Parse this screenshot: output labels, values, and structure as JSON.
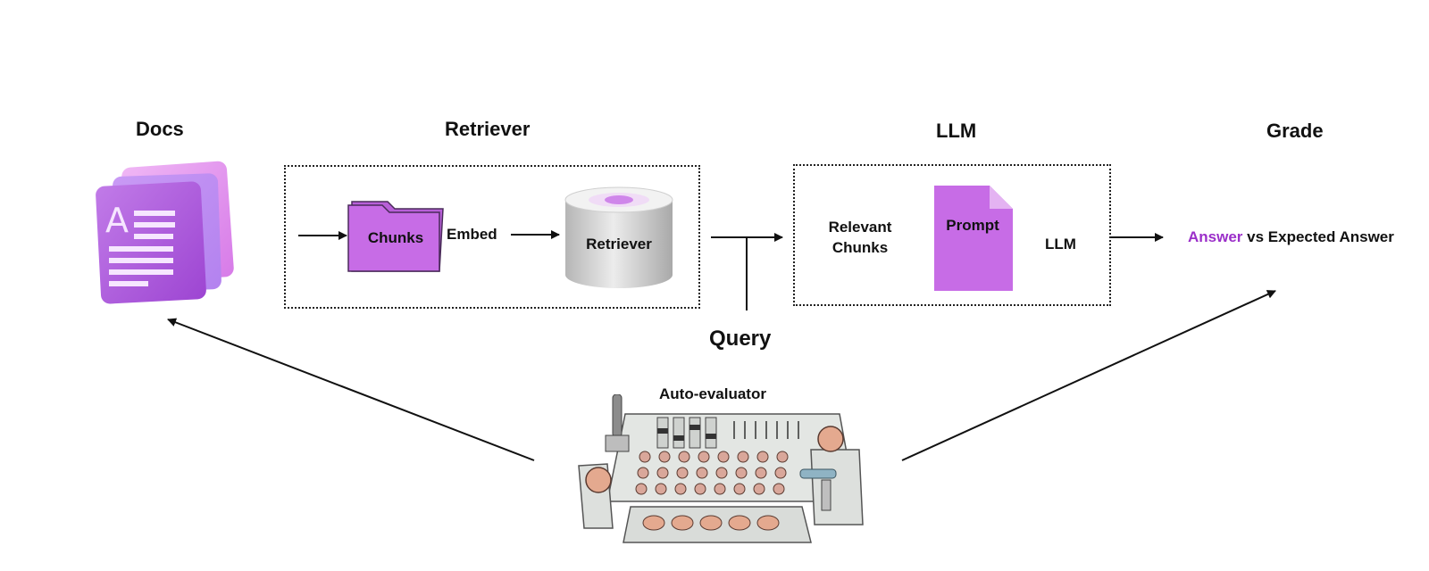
{
  "sections": {
    "docs": "Docs",
    "retriever": "Retriever",
    "llm": "LLM",
    "grade": "Grade"
  },
  "retriever_box": {
    "chunks_label": "Chunks",
    "embed_label": "Embed",
    "store_label": "Retriever"
  },
  "llm_box": {
    "relevant_line1": "Relevant",
    "relevant_line2": "Chunks",
    "prompt_label": "Prompt",
    "llm_label": "LLM"
  },
  "grade": {
    "answer_word": "Answer",
    "rest": " vs Expected Answer"
  },
  "query_label": "Query",
  "auto_evaluator_label": "Auto-evaluator",
  "colors": {
    "accent_purple": "#9b2fc9",
    "folder": "#c76ce6",
    "prompt": "#c76ce6",
    "cylinder_gray": "#cfcfcf",
    "cylinder_top": "#e6c8f0",
    "docs_light": "#e0a4f2",
    "docs_mid": "#b06de2",
    "docs_dark": "#9b45d1"
  }
}
